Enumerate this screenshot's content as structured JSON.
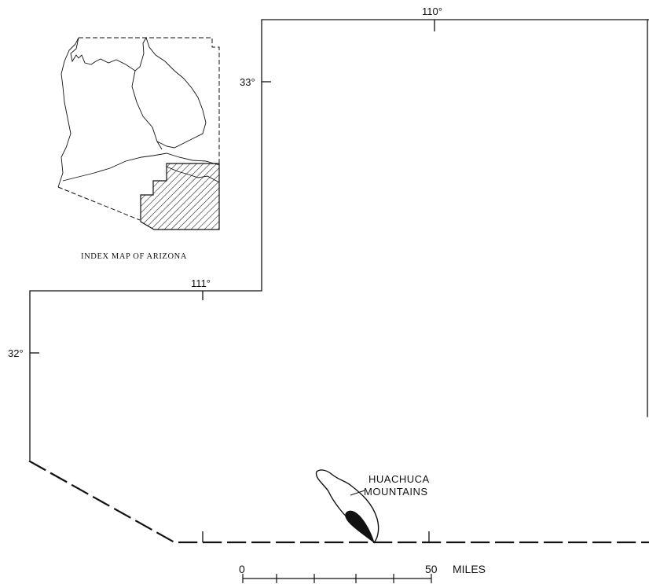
{
  "map": {
    "graticule": {
      "lon_110": "110°",
      "lon_111": "111°",
      "lat_33": "33°",
      "lat_32": "32°"
    },
    "area_label": [
      "HUACHUCA",
      "MOUNTAINS"
    ],
    "index_map_caption": "INDEX MAP OF ARIZONA",
    "scale": {
      "zero_label": "0",
      "max_label": "50",
      "unit_label": "MILES"
    }
  },
  "colors": {
    "ink": "#111111",
    "background": "#ffffff"
  }
}
